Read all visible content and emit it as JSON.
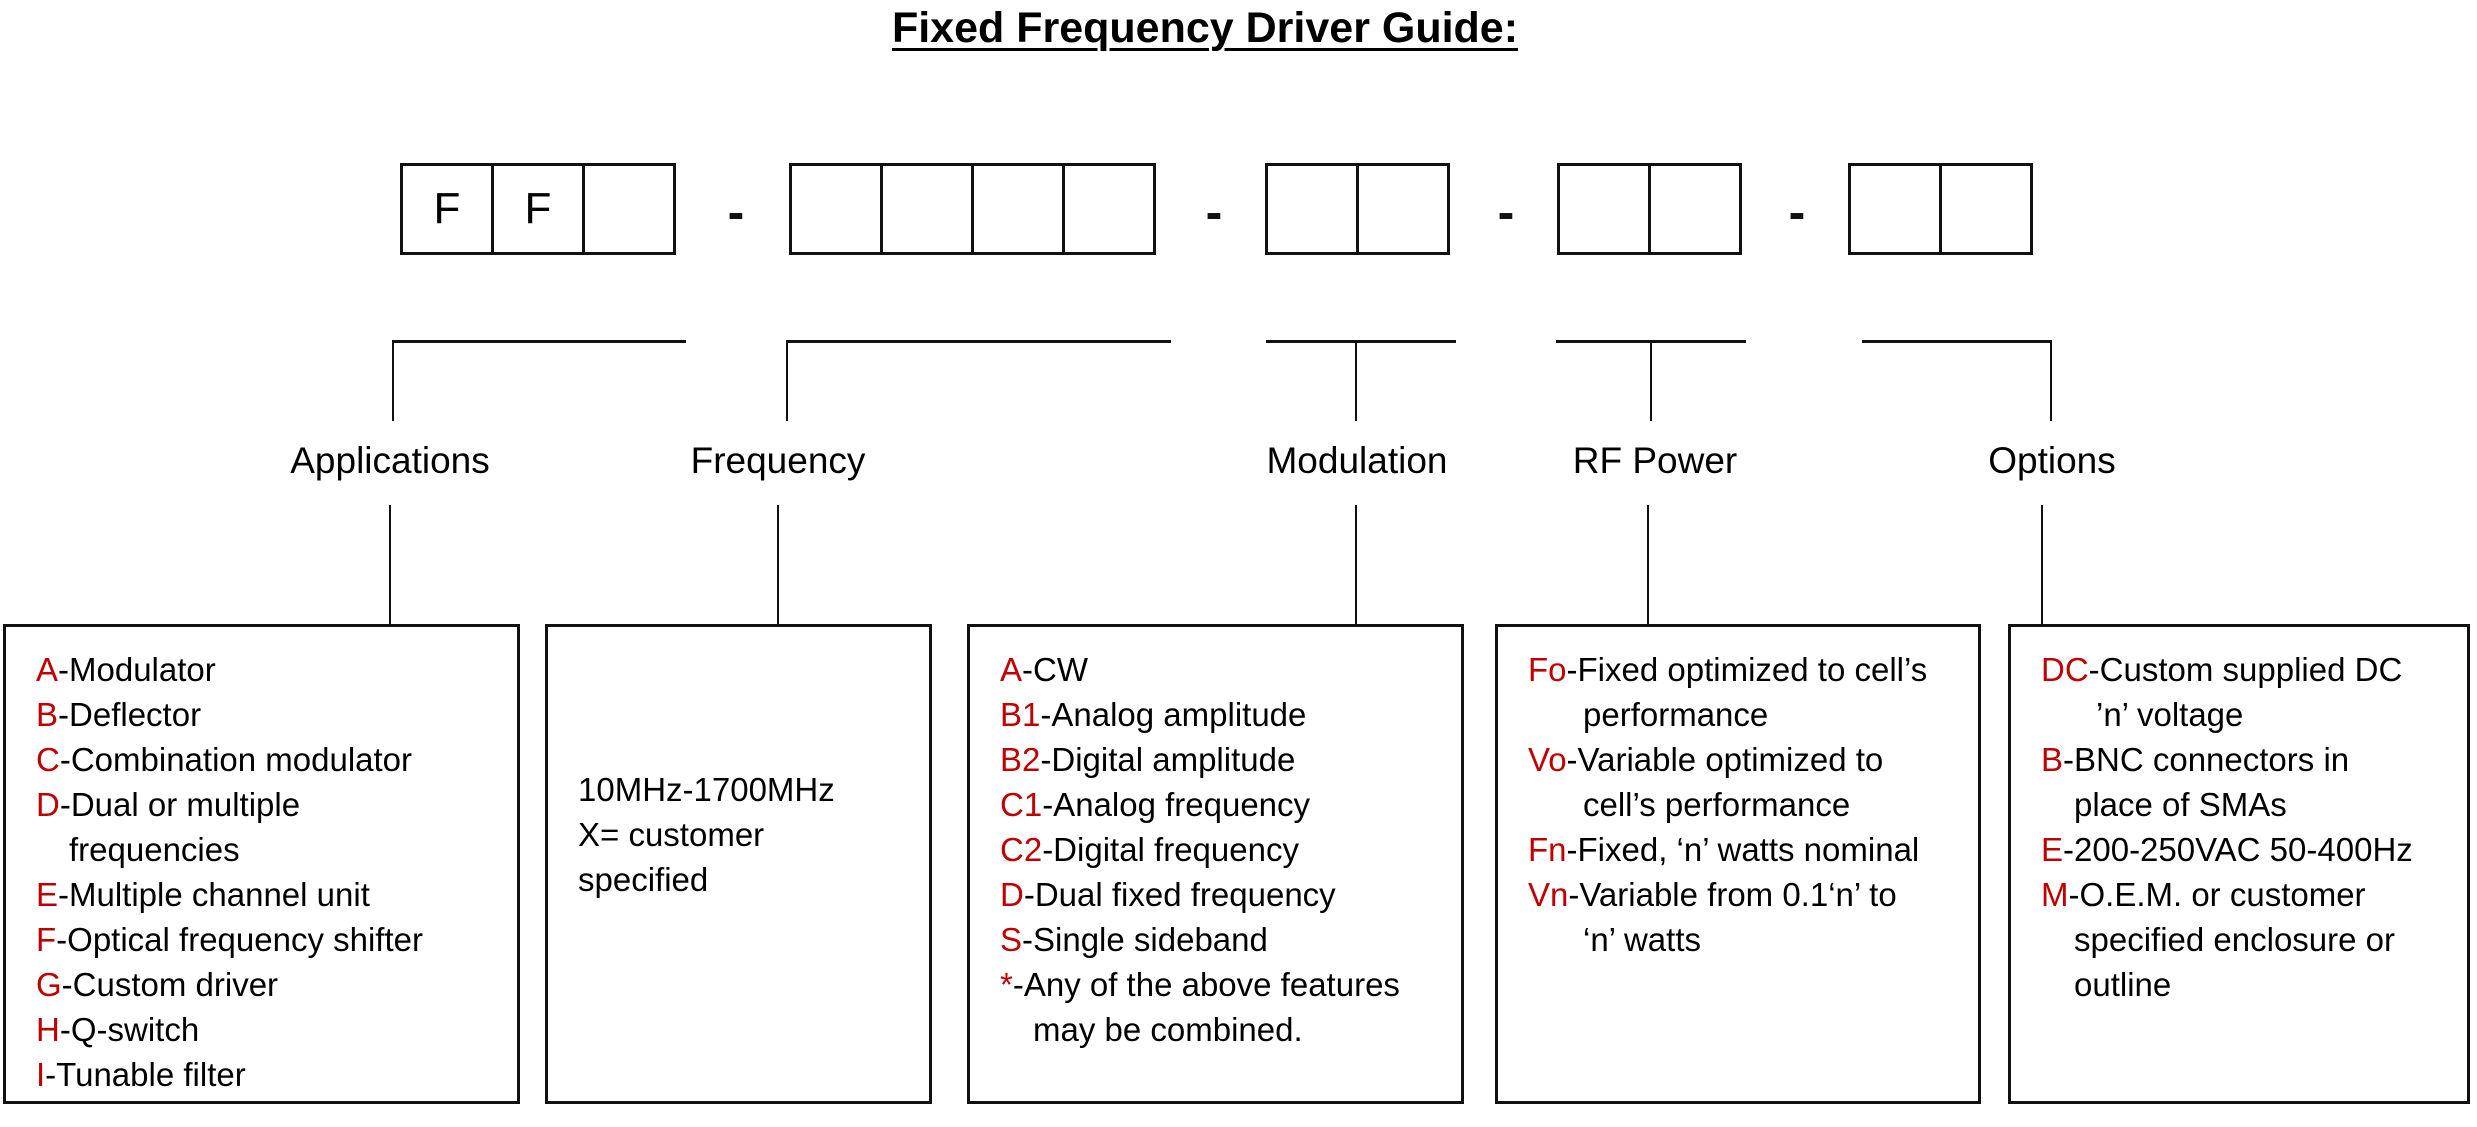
{
  "title": "Fixed Frequency Driver Guide:",
  "red_color": "#c00000",
  "part_code": {
    "separator": "-",
    "groups": [
      {
        "name": "application-code",
        "cells": [
          "F",
          "F",
          ""
        ]
      },
      {
        "name": "frequency-code",
        "cells": [
          "",
          "",
          "",
          ""
        ]
      },
      {
        "name": "modulation-code",
        "cells": [
          "",
          ""
        ]
      },
      {
        "name": "rf-power-code",
        "cells": [
          "",
          ""
        ]
      },
      {
        "name": "options-code",
        "cells": [
          "",
          ""
        ]
      }
    ]
  },
  "categories": [
    {
      "label": "Applications"
    },
    {
      "label": "Frequency"
    },
    {
      "label": "Modulation"
    },
    {
      "label": "RF Power"
    },
    {
      "label": "Options"
    }
  ],
  "detail_boxes": [
    {
      "category": "Applications",
      "lines": [
        {
          "code": "A",
          "text": "-Modulator",
          "indent": 0
        },
        {
          "code": "B",
          "text": "-Deflector",
          "indent": 0
        },
        {
          "code": "C",
          "text": "-Combination modulator",
          "indent": 0
        },
        {
          "code": "D",
          "text": "-Dual or multiple",
          "indent": 0
        },
        {
          "code": "",
          "text": "frequencies",
          "indent": 1
        },
        {
          "code": "E",
          "text": "-Multiple channel unit",
          "indent": 0
        },
        {
          "code": "F",
          "text": "-Optical frequency shifter",
          "indent": 0
        },
        {
          "code": "G",
          "text": "-Custom driver",
          "indent": 0
        },
        {
          "code": "H",
          "text": "-Q-switch",
          "indent": 0
        },
        {
          "code": "I",
          "text": "-Tunable filter",
          "indent": 0
        }
      ]
    },
    {
      "category": "Frequency",
      "lines": [
        {
          "code": "",
          "text": "10MHz-1700MHz",
          "indent": 0
        },
        {
          "code": "",
          "text": "X= customer",
          "indent": 0
        },
        {
          "code": "",
          "text": "specified",
          "indent": 0
        }
      ]
    },
    {
      "category": "Modulation",
      "lines": [
        {
          "code": "A",
          "text": "-CW",
          "indent": 0
        },
        {
          "code": "B1",
          "text": "-Analog amplitude",
          "indent": 0
        },
        {
          "code": "B2",
          "text": "-Digital amplitude",
          "indent": 0
        },
        {
          "code": "C1",
          "text": "-Analog frequency",
          "indent": 0
        },
        {
          "code": "C2",
          "text": "-Digital frequency",
          "indent": 0
        },
        {
          "code": "D",
          "text": "-Dual fixed frequency",
          "indent": 0
        },
        {
          "code": "S",
          "text": "-Single sideband",
          "indent": 0
        },
        {
          "code": "*",
          "text": "-Any of the above features",
          "indent": 0
        },
        {
          "code": "",
          "text": "may be combined.",
          "indent": 1
        }
      ]
    },
    {
      "category": "RF Power",
      "lines": [
        {
          "code": "Fo",
          "text": "-Fixed optimized to cell’s",
          "indent": 0
        },
        {
          "code": "",
          "text": "performance",
          "indent": 2
        },
        {
          "code": "Vo",
          "text": "-Variable optimized to",
          "indent": 0
        },
        {
          "code": "",
          "text": "cell’s performance",
          "indent": 2
        },
        {
          "code": "Fn",
          "text": "-Fixed, ‘n’ watts nominal",
          "indent": 0
        },
        {
          "code": "Vn",
          "text": "-Variable from 0.1‘n’ to",
          "indent": 0
        },
        {
          "code": "",
          "text": "‘n’ watts",
          "indent": 2
        }
      ]
    },
    {
      "category": "Options",
      "lines": [
        {
          "code": "DC",
          "text": "-Custom supplied DC",
          "indent": 0
        },
        {
          "code": "",
          "text": "’n’ voltage",
          "indent": 2
        },
        {
          "code": "B",
          "text": "-BNC connectors in",
          "indent": 0
        },
        {
          "code": "",
          "text": "place of SMAs",
          "indent": 1
        },
        {
          "code": "E",
          "text": "-200-250VAC 50-400Hz",
          "indent": 0
        },
        {
          "code": "M",
          "text": "-O.E.M. or customer",
          "indent": 0
        },
        {
          "code": "",
          "text": "specified enclosure or",
          "indent": 1
        },
        {
          "code": "",
          "text": "outline",
          "indent": 1
        }
      ]
    }
  ]
}
